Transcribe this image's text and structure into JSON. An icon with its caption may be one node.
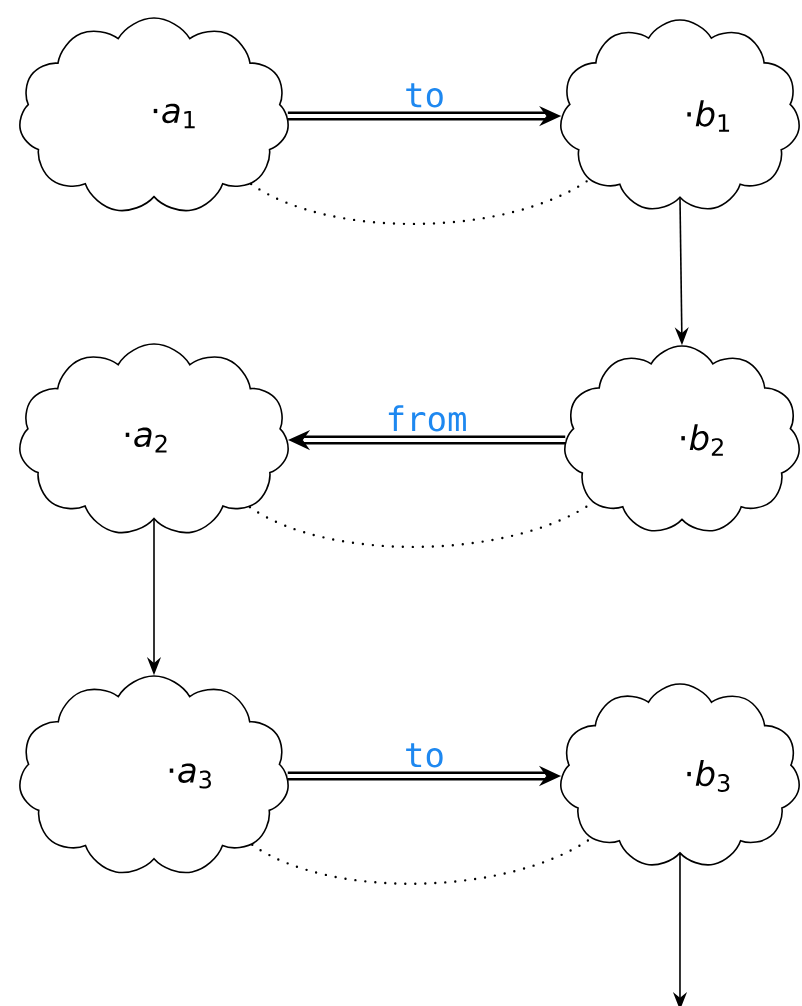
{
  "diagram": {
    "nodes": [
      {
        "text": [
          "·*a*$_{1}$"
        ]
      },
      {
        "text": [
          "·*b*$_{1}$"
        ]
      },
      {
        "text": [
          "·*a*$_{2}$"
        ]
      },
      {
        "text": [
          "·*b*$_{2}$"
        ]
      },
      {
        "text": [
          "·*a*$_{3}$"
        ]
      },
      {
        "text": [
          "·*b*$_{3}$"
        ]
      }
    ],
    "edges": [
      {
        "from": 0,
        "to": 1,
        "arrow": "to",
        "label": "to",
        "style": "thick"
      },
      {
        "from": 0,
        "to": 1,
        "arrow": "none",
        "style": "dashed"
      },
      {
        "from": 1,
        "to": 3,
        "arrow": "to"
      },
      {
        "from": 3,
        "to": 2,
        "arrow": "to",
        "label": "from",
        "style": "thick"
      },
      {
        "from": 2,
        "to": 3,
        "arrow": "none",
        "style": "dashed"
      },
      {
        "from": 2,
        "to": 4,
        "arrow": "to"
      },
      {
        "from": 4,
        "to": 5,
        "arrow": "to",
        "label": "to",
        "style": "thick"
      },
      {
        "from": 4,
        "to": 5,
        "arrow": "none",
        "style": "dashed"
      },
      {
        "from": 5,
        "to": null,
        "arrow": "to"
      }
    ]
  }
}
